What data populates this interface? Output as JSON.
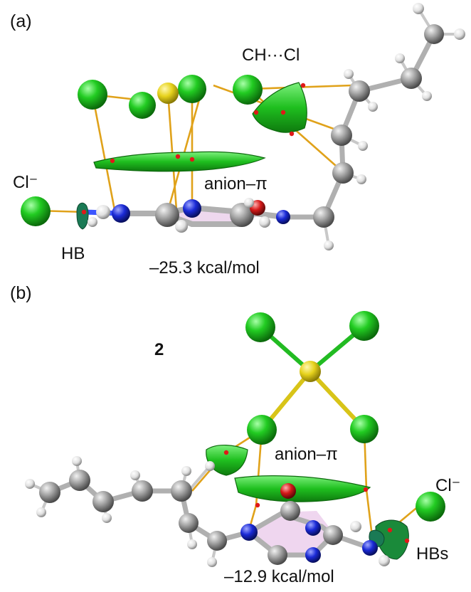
{
  "panel_a": {
    "label": "(a)",
    "interactions": {
      "ch_cl": "CH···Cl",
      "chloride": "Cl⁻",
      "anion_pi": "anion–π",
      "hb": "HB"
    },
    "energy": "–25.3 kcal/mol"
  },
  "panel_b": {
    "label": "(b)",
    "compound_number": "2",
    "interactions": {
      "anion_pi": "anion–π",
      "chloride": "Cl⁻",
      "hbs": "HBs"
    },
    "energy": "–12.9 kcal/mol"
  },
  "colors": {
    "chlorine": "#1fc41f",
    "sulfur": "#e6d21c",
    "nitrogen": "#1a2ad6",
    "carbon": "#9a9a9a",
    "hydrogen": "#e8e8e8",
    "oxygen": "#d61a1a",
    "bond_path": "#e0a21a",
    "nci_surface": "#2fcf2f"
  }
}
